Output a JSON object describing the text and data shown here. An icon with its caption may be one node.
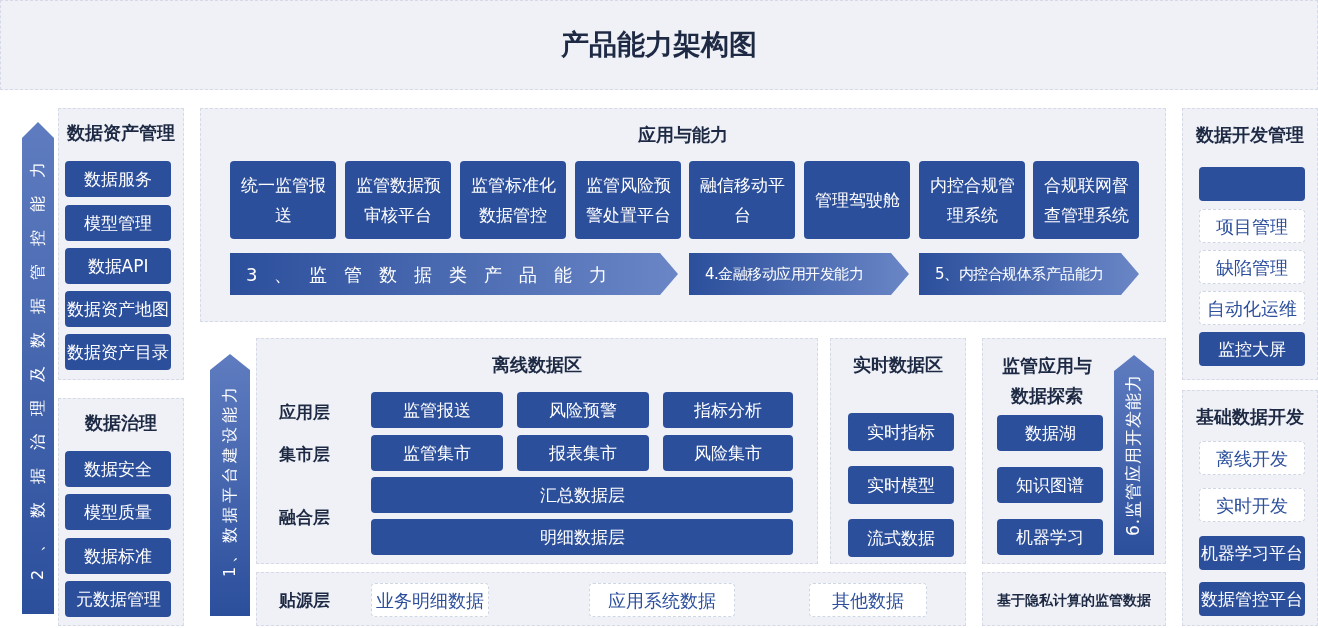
{
  "diagram": {
    "title": "产品能力架构图",
    "nodes": [
      {
        "text": [
          "数据资产管理"
        ]
      },
      {
        "text": [
          "数据服务"
        ],
        "in": 0
      },
      {
        "text": [
          "模型管理"
        ],
        "in": 0
      },
      {
        "text": [
          "数据API"
        ],
        "in": 0
      },
      {
        "text": [
          "数据资产地图"
        ],
        "in": 0
      },
      {
        "text": [
          "数据资产目录"
        ],
        "in": 0
      },
      {
        "text": [
          "数据治理"
        ]
      },
      {
        "text": [
          "数据安全"
        ],
        "in": 6
      },
      {
        "text": [
          "模型质量"
        ],
        "in": 6
      },
      {
        "text": [
          "数据标准"
        ],
        "in": 6
      },
      {
        "text": [
          "元数据管理"
        ],
        "in": 6
      },
      {
        "text": [
          "2、数据治理及数据管控能力"
        ]
      },
      {
        "text": [
          "应用与能力"
        ]
      },
      {
        "text": [
          "统一监管报送"
        ],
        "in": 12
      },
      {
        "text": [
          "监管数据预审核平台"
        ],
        "in": 12
      },
      {
        "text": [
          "监管标准化数据管控"
        ],
        "in": 12
      },
      {
        "text": [
          "监管风险预警处置平台"
        ],
        "in": 12
      },
      {
        "text": [
          "融信移动平台"
        ],
        "in": 12
      },
      {
        "text": [
          "管理驾驶舱"
        ],
        "in": 12
      },
      {
        "text": [
          "内控合规管理系统"
        ],
        "in": 12
      },
      {
        "text": [
          "合规联网督查管理系统"
        ],
        "in": 12
      },
      {
        "text": [
          "3、监管数据类产品能力"
        ],
        "in": 12
      },
      {
        "text": [
          "4.金融移动应用开发能力"
        ],
        "in": 12
      },
      {
        "text": [
          "5、内控合规体系产品能力"
        ],
        "in": 12
      },
      {
        "text": [
          "数据开发管理"
        ]
      },
      {
        "text": [],
        "shape": "box",
        "in": 24
      },
      {
        "text": [
          "项目管理"
        ],
        "in": 24
      },
      {
        "text": [
          "缺陷管理"
        ],
        "in": 24
      },
      {
        "text": [
          "自动化运维"
        ],
        "in": 24
      },
      {
        "text": [
          "监控大屏"
        ],
        "in": 24
      },
      {
        "text": [
          "离线数据区",
          "应用层",
          "集市层",
          "融合层"
        ]
      },
      {
        "text": [
          "监管报送"
        ],
        "in": 30
      },
      {
        "text": [
          "风险预警"
        ],
        "in": 30
      },
      {
        "text": [
          "指标分析"
        ],
        "in": 30
      },
      {
        "text": [
          "监管集市"
        ],
        "in": 30
      },
      {
        "text": [
          "报表集市"
        ],
        "in": 30
      },
      {
        "text": [
          "风险集市"
        ],
        "in": 30
      },
      {
        "text": [
          "汇总数据层"
        ],
        "in": 30
      },
      {
        "text": [
          "明细数据层"
        ],
        "in": 30
      },
      {
        "text": [
          "1、数据平台建设能力"
        ]
      },
      {
        "text": [
          "实时数据区"
        ]
      },
      {
        "text": [
          "实时指标"
        ],
        "in": 40
      },
      {
        "text": [
          "实时模型"
        ],
        "in": 40
      },
      {
        "text": [
          "流式数据"
        ],
        "in": 40
      },
      {
        "text": [
          "监管应用与数据探索"
        ]
      },
      {
        "text": [
          "数据湖"
        ],
        "in": 44
      },
      {
        "text": [
          "知识图谱"
        ],
        "in": 44
      },
      {
        "text": [
          "机器学习"
        ],
        "in": 44
      },
      {
        "text": [
          "6.监管应用开发能力"
        ],
        "in": 44
      },
      {
        "text": [
          "基础数据开发"
        ]
      },
      {
        "text": [
          "离线开发"
        ],
        "in": 49
      },
      {
        "text": [
          "实时开发"
        ],
        "in": 49
      },
      {
        "text": [
          "机器学习平台"
        ],
        "in": 49
      },
      {
        "text": [
          "数据管控平台"
        ],
        "in": 49
      },
      {
        "text": [
          "贴源层"
        ]
      },
      {
        "text": [
          "业务明细数据"
        ],
        "in": 54
      },
      {
        "text": [
          "应用系统数据"
        ],
        "in": 54
      },
      {
        "text": [
          "其他数据"
        ],
        "in": 54
      },
      {
        "text": [
          "基于隐私计算的监管数据"
        ]
      }
    ]
  }
}
